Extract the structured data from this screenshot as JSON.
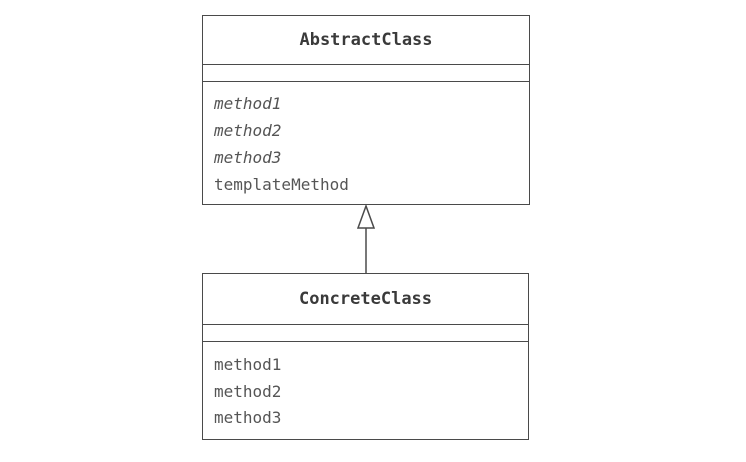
{
  "abstract_class": {
    "name": "AbstractClass",
    "methods": [
      {
        "label": "method1",
        "abstract": true
      },
      {
        "label": "method2",
        "abstract": true
      },
      {
        "label": "method3",
        "abstract": true
      },
      {
        "label": "templateMethod",
        "abstract": false
      }
    ]
  },
  "concrete_class": {
    "name": "ConcreteClass",
    "methods": [
      {
        "label": "method1",
        "abstract": false
      },
      {
        "label": "method2",
        "abstract": false
      },
      {
        "label": "method3",
        "abstract": false
      }
    ]
  },
  "relationship": {
    "type": "generalization",
    "from": "ConcreteClass",
    "to": "AbstractClass"
  },
  "colors": {
    "line": "#4a4a4a",
    "text": "#555555"
  }
}
